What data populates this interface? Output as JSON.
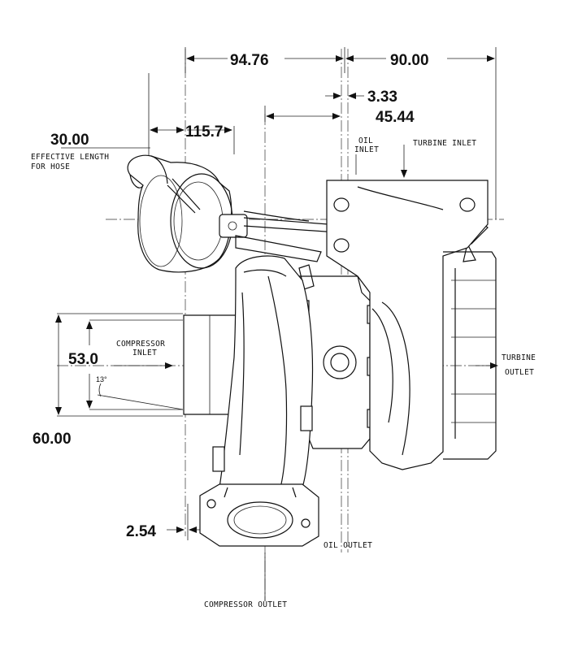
{
  "dimensions": {
    "d1": "94.76",
    "d2": "90.00",
    "d3": "3.33",
    "d4": "45.44",
    "d5": "115.7",
    "d6": "30.00",
    "d7": "53.0",
    "d8": "60.00",
    "d9": "2.54",
    "angle": "13°"
  },
  "labels": {
    "effective_length_1": "EFFECTIVE LENGTH",
    "effective_length_2": "FOR HOSE",
    "oil_inlet_1": "OIL",
    "oil_inlet_2": "INLET",
    "turbine_inlet": "TURBINE INLET",
    "compressor_inlet_1": "COMPRESSOR",
    "compressor_inlet_2": "INLET",
    "turbine_outlet_1": "TURBINE",
    "turbine_outlet_2": "OUTLET",
    "oil_outlet": "OIL OUTLET",
    "compressor_outlet": "COMPRESSOR OUTLET"
  }
}
